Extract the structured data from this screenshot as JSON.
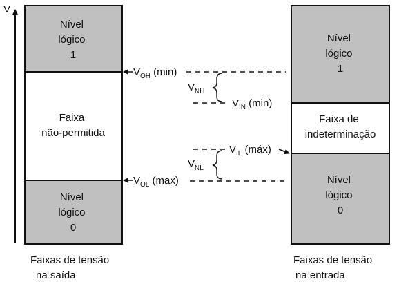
{
  "axis": {
    "label": "V"
  },
  "output_column": {
    "high": [
      "Nível",
      "lógico",
      "1"
    ],
    "forbidden": [
      "Faixa",
      "não-permitida"
    ],
    "low": [
      "Nível",
      "lógico",
      "0"
    ],
    "caption": [
      "Faixas de tensão",
      "na saída"
    ]
  },
  "input_column": {
    "high": [
      "Nível",
      "lógico",
      "1"
    ],
    "indeterminate": [
      "Faixa de",
      "indeterminação"
    ],
    "low": [
      "Nível",
      "lógico",
      "0"
    ],
    "caption": [
      "Faixas de tensão",
      "na entrada"
    ]
  },
  "thresholds": {
    "voh": {
      "main": "V",
      "sub": "OH",
      "suffix": " (min)"
    },
    "vih": {
      "main": "V",
      "sub": "IN",
      "suffix": " (min)"
    },
    "vil": {
      "main": "V",
      "sub": "IL",
      "suffix": " (máx)"
    },
    "vol": {
      "main": "V",
      "sub": "OL",
      "suffix": " (max)"
    }
  },
  "margins": {
    "vnh": {
      "main": "V",
      "sub": "NH"
    },
    "vnl": {
      "main": "V",
      "sub": "NL"
    }
  },
  "colors": {
    "logic_region": "#c0c0c0",
    "line": "#111111",
    "white": "#ffffff"
  }
}
